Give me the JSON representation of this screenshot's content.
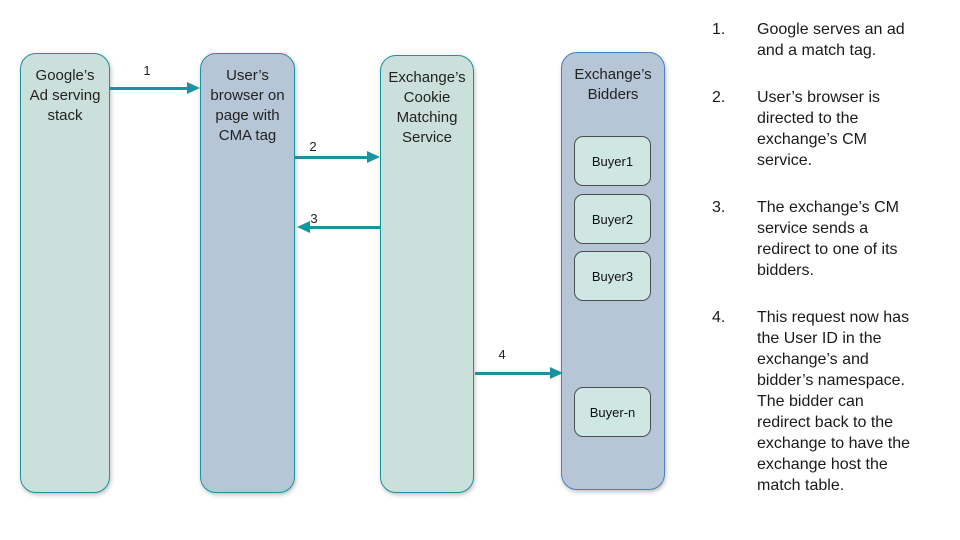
{
  "colors": {
    "teal_accent": "#1a93a1",
    "green_fill": "#cbe0da",
    "blue_fill": "#b6c6d7",
    "buyer_fill": "#cfe7e2",
    "bidders_border": "#4a80c4",
    "buyer_border": "#4d4d4d",
    "text": "#1f1f1f"
  },
  "diagram": {
    "nodes": [
      {
        "label": "Google’s\nAd serving\nstack"
      },
      {
        "label": "User’s\nbrowser on\npage with\nCMA tag"
      },
      {
        "label": "Exchange’s\nCookie\nMatching\nService"
      },
      {
        "label": "Exchange’s\nBidders"
      }
    ],
    "buyers": [
      {
        "label": "Buyer1"
      },
      {
        "label": "Buyer2"
      },
      {
        "label": "Buyer3"
      },
      {
        "label": "Buyer-n"
      }
    ],
    "arrows": [
      {
        "label": "1"
      },
      {
        "label": "2"
      },
      {
        "label": "3"
      },
      {
        "label": "4"
      }
    ]
  },
  "steps": [
    {
      "num": "1.",
      "text": "Google serves an ad\nand a match tag."
    },
    {
      "num": "2.",
      "text": "User’s browser is\ndirected to the\nexchange’s CM\nservice."
    },
    {
      "num": "3.",
      "text": "The exchange’s CM\nservice sends a\nredirect to one of its\nbidders."
    },
    {
      "num": "4.",
      "text": "This request now has\nthe User ID in the\nexchange’s and\nbidder’s namespace.\nThe bidder can\nredirect back to the\nexchange to have the\nexchange host the\nmatch table."
    }
  ]
}
